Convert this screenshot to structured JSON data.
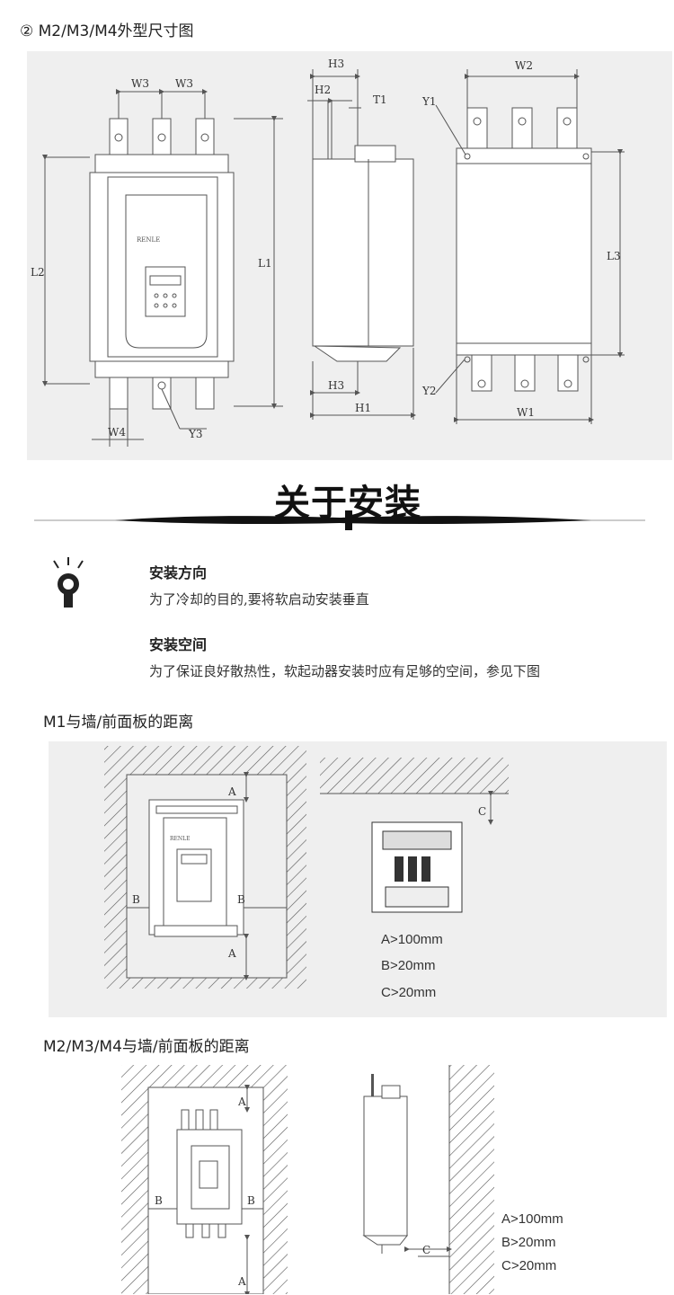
{
  "dims_section": {
    "heading": "② M2/M3/M4外型尺寸图",
    "front_labels": {
      "w3a": "W3",
      "w3b": "W3",
      "l2": "L2",
      "l1": "L1",
      "w4": "W4",
      "y3": "Y3",
      "brand": "RENLE"
    },
    "side_labels": {
      "h3_top": "H3",
      "h2": "H2",
      "t1": "T1",
      "h3_bot": "H3",
      "h1": "H1"
    },
    "back_labels": {
      "w2": "W2",
      "y1": "Y1",
      "l3": "L3",
      "y2": "Y2",
      "w1": "W1"
    }
  },
  "install_section": {
    "title": "关于安装",
    "item1_title": "安装方向",
    "item1_text": "为了冷却的目的,要将软启动安装垂直",
    "item2_title": "安装空间",
    "item2_text": "为了保证良好散热性，软起动器安装时应有足够的空间，参见下图"
  },
  "m1_section": {
    "heading": "M1与墙/前面板的距离",
    "labels": {
      "a_top": "A",
      "a_bot": "A",
      "b_left": "B",
      "b_right": "B",
      "c": "C",
      "brand": "RENLE"
    },
    "specs": [
      "A>100mm",
      "B>20mm",
      "C>20mm"
    ]
  },
  "m2_section": {
    "heading": "M2/M3/M4与墙/前面板的距离",
    "labels": {
      "a_top": "A",
      "a_bot": "A",
      "b_left": "B",
      "b_right": "B",
      "c": "C"
    },
    "specs": [
      "A>100mm",
      "B>20mm",
      "C>20mm"
    ]
  }
}
